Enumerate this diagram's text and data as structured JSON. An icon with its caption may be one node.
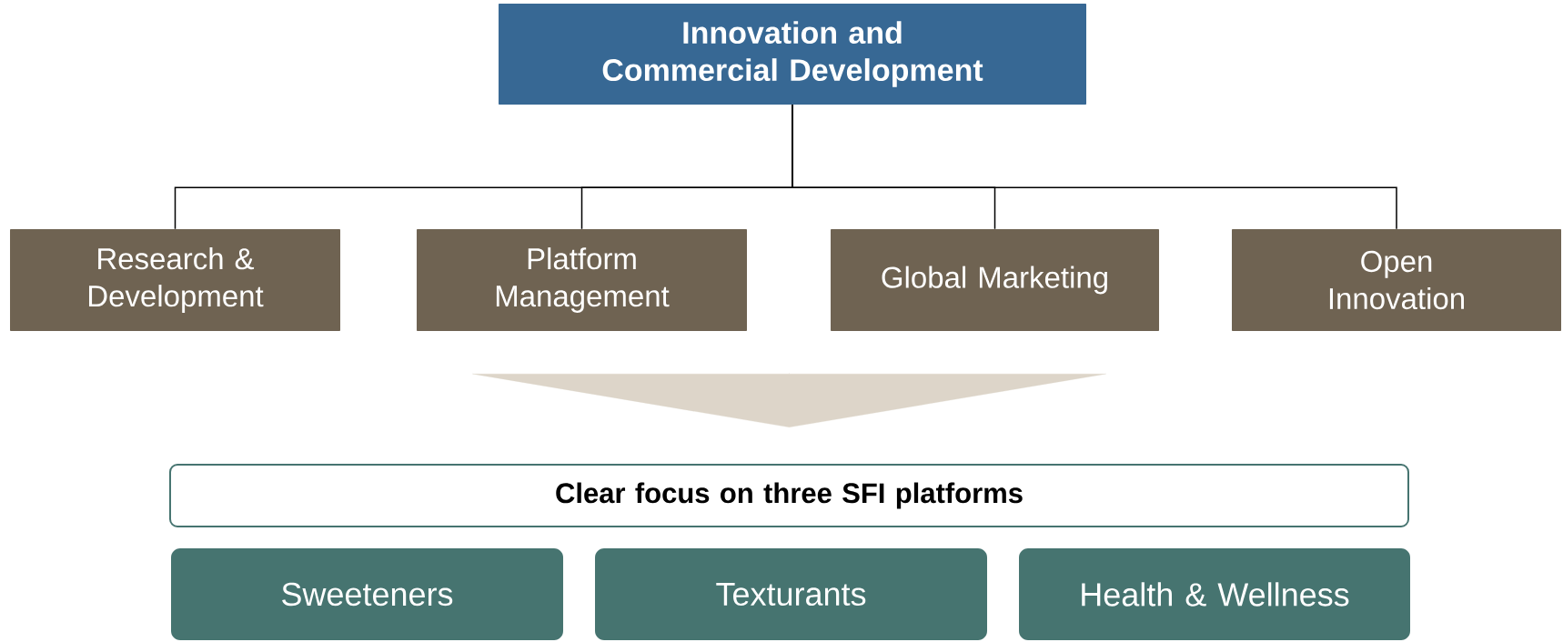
{
  "diagram": {
    "nodes": [
      {
        "text": [
          "Innovation and Commercial Development"
        ]
      },
      {
        "text": [
          "Research & Development"
        ]
      },
      {
        "text": [
          "Platform Management"
        ]
      },
      {
        "text": [
          "Global Marketing"
        ]
      },
      {
        "text": [
          "Open Innovation"
        ]
      },
      {
        "text": [
          "Clear focus on three SFI platforms"
        ]
      },
      {
        "text": [
          "Sweeteners"
        ]
      },
      {
        "text": [
          "Texturants"
        ]
      },
      {
        "text": [
          "Health & Wellness"
        ]
      }
    ],
    "edges": [
      {
        "from": 0,
        "to": 1,
        "arrow": "none"
      },
      {
        "from": 0,
        "to": 2,
        "arrow": "none"
      },
      {
        "from": 0,
        "to": 3,
        "arrow": "none"
      },
      {
        "from": 0,
        "to": 4,
        "arrow": "none"
      },
      {
        "from": null,
        "to": 5,
        "arrow": "to",
        "color": "#ddd5c9"
      }
    ]
  }
}
